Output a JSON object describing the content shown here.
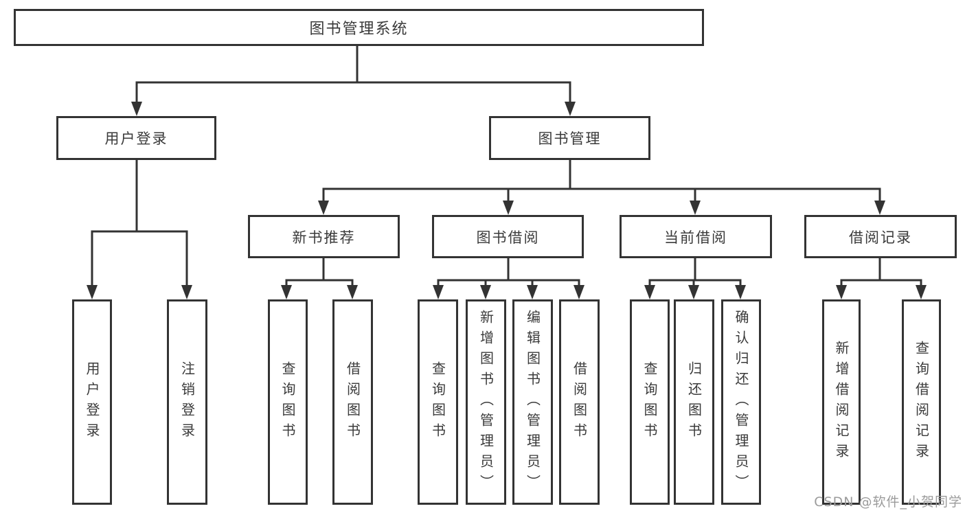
{
  "diagram": {
    "root": {
      "label": "图书管理系统"
    },
    "level2": [
      {
        "label": "用户登录"
      },
      {
        "label": "图书管理"
      }
    ],
    "level3": [
      {
        "label": "新书推荐"
      },
      {
        "label": "图书借阅"
      },
      {
        "label": "当前借阅"
      },
      {
        "label": "借阅记录"
      }
    ],
    "leaves": {
      "user_login": [
        {
          "label": "用户登录"
        },
        {
          "label": "注销登录"
        }
      ],
      "new_book": [
        {
          "label": "查询图书"
        },
        {
          "label": "借阅图书"
        }
      ],
      "book_borrow": [
        {
          "label": "查询图书"
        },
        {
          "label": "新增图书（管理员）"
        },
        {
          "label": "编辑图书（管理员）"
        },
        {
          "label": "借阅图书"
        }
      ],
      "current_borrow": [
        {
          "label": "查询图书"
        },
        {
          "label": "归还图书"
        },
        {
          "label": "确认归还（管理员）"
        }
      ],
      "borrow_record": [
        {
          "label": "新增借阅记录"
        },
        {
          "label": "查询借阅记录"
        }
      ]
    }
  },
  "watermark": "CSDN @软件_小贺同学",
  "colors": {
    "line": "#333333",
    "box_border": "#333333",
    "text": "#3a3a3a",
    "watermark": "#9b9b9b",
    "background": "#ffffff"
  }
}
